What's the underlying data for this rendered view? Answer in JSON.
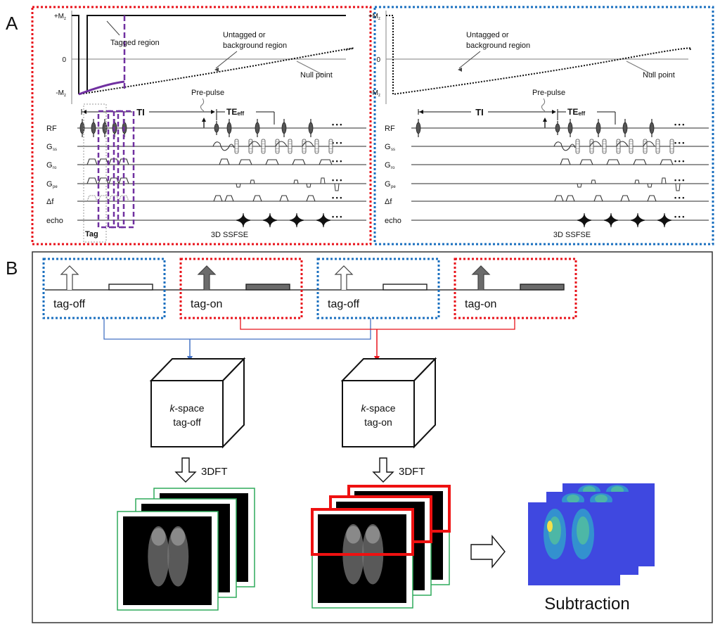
{
  "panel_a": {
    "label": "A",
    "left": {
      "border_color": "#e8131b",
      "y_ticks": [
        "+M",
        "0",
        "-M"
      ],
      "y_tick_sub": "z",
      "annotations": {
        "tagged": "Tagged region",
        "untagged_1": "Untagged or",
        "untagged_2": "background region",
        "null_point": "Null point",
        "pre_pulse": "Pre-pulse",
        "ti": "TI",
        "teeff": "TE",
        "teeff_sub": "eff",
        "tag": "Tag",
        "sequence": "3D SSFSE",
        "ellipsis": "• • •"
      },
      "rows": [
        {
          "label": "RF",
          "sub": ""
        },
        {
          "label": "G",
          "sub": "ss"
        },
        {
          "label": "G",
          "sub": "ro"
        },
        {
          "label": "G",
          "sub": "pe"
        },
        {
          "label": "Δf",
          "sub": ""
        },
        {
          "label": "echo",
          "sub": ""
        }
      ],
      "tag_highlight_color": "#7030a0"
    },
    "right": {
      "border_color": "#1a6fbf",
      "y_ticks": [
        "+M",
        "0",
        "-M"
      ],
      "y_tick_sub": "z",
      "annotations": {
        "untagged_1": "Untagged or",
        "untagged_2": "background region",
        "null_point": "Null point",
        "pre_pulse": "Pre-pulse",
        "ti": "TI",
        "teeff": "TE",
        "teeff_sub": "eff",
        "sequence": "3D SSFSE",
        "ellipsis": "• • •"
      },
      "rows": [
        {
          "label": "RF",
          "sub": ""
        },
        {
          "label": "G",
          "sub": "ss"
        },
        {
          "label": "G",
          "sub": "ro"
        },
        {
          "label": "G",
          "sub": "pe"
        },
        {
          "label": "Δf",
          "sub": ""
        },
        {
          "label": "echo",
          "sub": ""
        }
      ]
    }
  },
  "panel_b": {
    "label": "B",
    "acquisitions": [
      {
        "label": "tag-off",
        "type": "off",
        "border_color": "#1a6fbf"
      },
      {
        "label": "tag-on",
        "type": "on",
        "border_color": "#e8131b"
      },
      {
        "label": "tag-off",
        "type": "off",
        "border_color": "#1a6fbf"
      },
      {
        "label": "tag-on",
        "type": "on",
        "border_color": "#e8131b"
      }
    ],
    "connector_colors": {
      "off": "#4472c4",
      "on": "#e8131b"
    },
    "kspace": [
      {
        "line1_italic": "k",
        "line1_rest": "-space",
        "line2": "tag-off"
      },
      {
        "line1_italic": "k",
        "line1_rest": "-space",
        "line2": "tag-on"
      }
    ],
    "transform_label": "3DFT",
    "image_stack_colors": {
      "frame": "#2eaa5a",
      "highlight": "#ee1111"
    },
    "result_label": "Subtraction",
    "subtraction_bg": "#3f48e0"
  }
}
